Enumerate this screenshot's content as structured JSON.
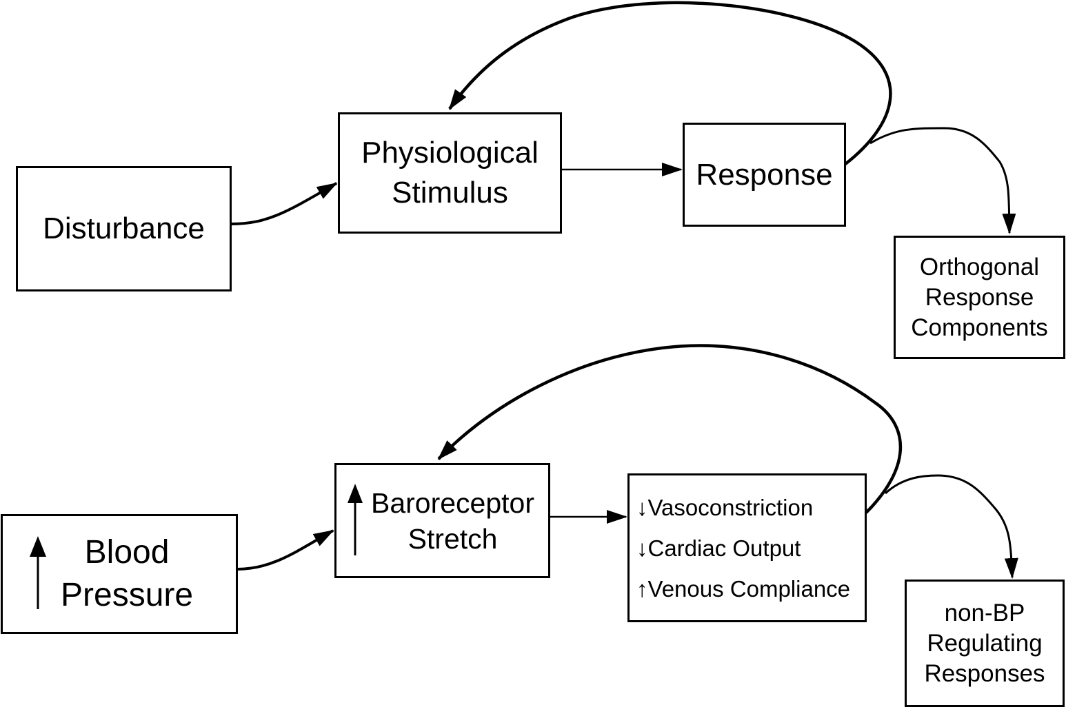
{
  "diagram": {
    "general": {
      "disturbance": "Disturbance",
      "stimulus": [
        "Physiological",
        "Stimulus"
      ],
      "response": "Response",
      "orthogonal": [
        "Orthogonal",
        "Response",
        "Components"
      ]
    },
    "example": {
      "blood_pressure": {
        "arrow": "↑",
        "lines": [
          "Blood",
          "Pressure"
        ]
      },
      "baroreceptor": {
        "arrow": "↑",
        "lines": [
          "Baroreceptor",
          "Stretch"
        ]
      },
      "responses": [
        {
          "arrow": "↓",
          "label": "Vasoconstriction"
        },
        {
          "arrow": "↓",
          "label": "Cardiac Output"
        },
        {
          "arrow": "↑",
          "label": "Venous Compliance"
        }
      ],
      "non_bp": [
        "non-BP",
        "Regulating",
        "Responses"
      ]
    },
    "edges": [
      {
        "from": "Disturbance",
        "to": "Physiological Stimulus"
      },
      {
        "from": "Physiological Stimulus",
        "to": "Response"
      },
      {
        "from": "Response",
        "to": "Physiological Stimulus",
        "kind": "feedback"
      },
      {
        "from": "Response",
        "to": "Orthogonal Response Components"
      },
      {
        "from": "Blood Pressure",
        "to": "Baroreceptor Stretch"
      },
      {
        "from": "Baroreceptor Stretch",
        "to": "Responses"
      },
      {
        "from": "Responses",
        "to": "Baroreceptor Stretch",
        "kind": "feedback"
      },
      {
        "from": "Responses",
        "to": "non-BP Regulating Responses"
      }
    ]
  }
}
